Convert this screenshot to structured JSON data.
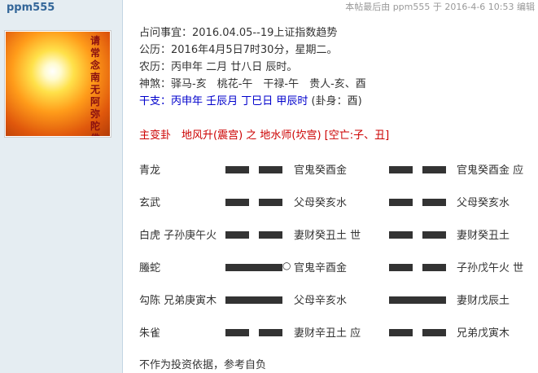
{
  "user": {
    "name": "ppm555"
  },
  "post_meta": "本帖最后由 ppm555 于 2016-4-6 10:53 编辑",
  "avatar": {
    "text": "请常念南无阿弥陀佛"
  },
  "info": {
    "line1": "占问事宜：2016.04.05--19上证指数趋势",
    "line2": "公历：2016年4月5日7时30分，星期二。",
    "line3": "农历：丙申年 二月 廿八日 辰时。",
    "line4": "神煞：驿马-亥　桃花-午　干禄-午　贵人-亥、酉",
    "ganzhi_label": "干支：",
    "ganzhi_value": "丙申年  壬辰月  丁巳日  甲辰时",
    "ganzhi_suffix": " (卦身：酉)"
  },
  "gua_title": "主变卦　地风升(震宫)  之  地水师(坎宫)  [空亡:子、丑]",
  "yao": [
    {
      "god": "青龙",
      "main_type": "yin",
      "main_rel": "官鬼癸酉金",
      "moving": "",
      "change_type": "yin",
      "change_rel": "官鬼癸酉金 应"
    },
    {
      "god": "玄武",
      "main_type": "yin",
      "main_rel": "父母癸亥水",
      "moving": "",
      "change_type": "yin",
      "change_rel": "父母癸亥水"
    },
    {
      "god": "白虎 子孙庚午火",
      "main_type": "yin",
      "main_rel": "妻财癸丑土 世",
      "moving": "",
      "change_type": "yin",
      "change_rel": "妻财癸丑土"
    },
    {
      "god": "螣蛇",
      "main_type": "yang",
      "main_rel": "官鬼辛酉金",
      "moving": "○",
      "change_type": "yin",
      "change_rel": "子孙戊午火 世"
    },
    {
      "god": "勾陈 兄弟庚寅木",
      "main_type": "yang",
      "main_rel": "父母辛亥水",
      "moving": "",
      "change_type": "yang",
      "change_rel": "妻财戊辰土"
    },
    {
      "god": "朱雀",
      "main_type": "yin",
      "main_rel": "妻财辛丑土 应",
      "moving": "",
      "change_type": "yin",
      "change_rel": "兄弟戊寅木"
    }
  ],
  "footer": "不作为投资依据，参考自负",
  "colors": {
    "sidebar_bg": "#e5edf2",
    "link_blue": "#336699",
    "red": "#cc0000",
    "blue": "#0000cc"
  }
}
